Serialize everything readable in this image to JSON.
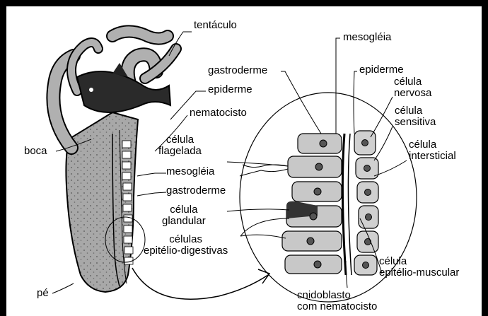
{
  "colors": {
    "frame": "#000000",
    "panel": "#ffffff",
    "ink": "#000000",
    "body_gray": "#9a9a9a"
  },
  "labels": {
    "tentaculo": "tentáculo",
    "epiderme_left": "epiderme",
    "nematocisto": "nematocisto",
    "boca": "boca",
    "mesogleia_left": "mesogléia",
    "gastroderme_left": "gastroderme",
    "pe": "pé",
    "mesogleia_top": "mesogléia",
    "gastroderme_top": "gastroderme",
    "epiderme_right": "epiderme",
    "celula_nervosa": [
      "célula",
      "nervosa"
    ],
    "celula_sensitiva": [
      "célula",
      "sensitiva"
    ],
    "celula_intersticial": [
      "célula",
      "intersticial"
    ],
    "celula_flagelada": [
      "célula",
      "flagelada"
    ],
    "celula_glandular": [
      "célula",
      "glandular"
    ],
    "celulas_epitelio_digestivas": [
      "células",
      "epitélio-digestivas"
    ],
    "celula_epitelio_muscular": [
      "célula",
      "epitélio-muscular"
    ],
    "cnidoblasto": [
      "cnidoblasto",
      "com nematocisto"
    ]
  }
}
